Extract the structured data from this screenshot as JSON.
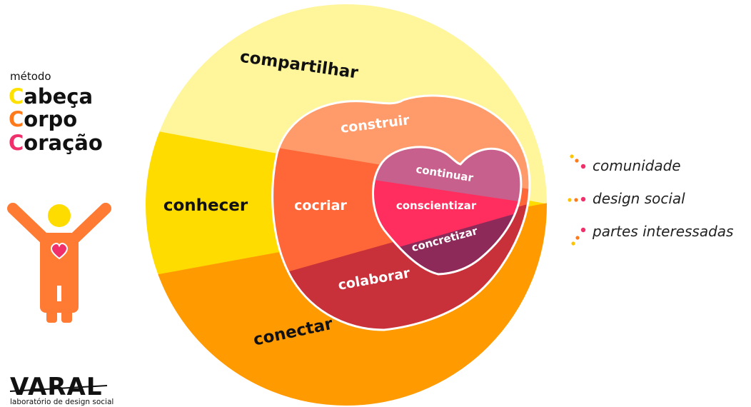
{
  "brand": {
    "method_label": "método",
    "words": [
      {
        "initial": "C",
        "rest": "abeça",
        "color": "#FFE100"
      },
      {
        "initial": "C",
        "rest": "orpo",
        "color": "#FF7A1A"
      },
      {
        "initial": "C",
        "rest": "oração",
        "color": "#F0306A"
      }
    ],
    "varal_logo": "VARAL",
    "varal_tagline": "laboratório de design social",
    "figure_icon": "person-with-heart-icon"
  },
  "diagram": {
    "circle_labels": {
      "compartilhar": "compartilhar",
      "conhecer": "conhecer",
      "conectar": "conectar"
    },
    "big_heart_labels": {
      "construir": "construir",
      "cocriar": "cocriar",
      "colaborar": "colaborar"
    },
    "small_heart_labels": {
      "continuar": "continuar",
      "conscientizar": "conscientizar",
      "concretizar": "concretizar"
    },
    "colors": {
      "circle_top": "#FFF59A",
      "circle_middle": "#FFDC00",
      "circle_bottom": "#FF9A00",
      "big_heart_top": "#FF9A6A",
      "big_heart_middle": "#FF6638",
      "big_heart_bottom": "#C8303A",
      "small_heart_top": "#C8608E",
      "small_heart_middle": "#FF2E5E",
      "small_heart_bottom": "#8E2A5A"
    }
  },
  "legend": [
    {
      "label": "comunidade",
      "icon": "dots-comunidade-icon"
    },
    {
      "label": "design social",
      "icon": "dots-design-social-icon"
    },
    {
      "label": "partes interessadas",
      "icon": "dots-partes-interessadas-icon"
    }
  ]
}
